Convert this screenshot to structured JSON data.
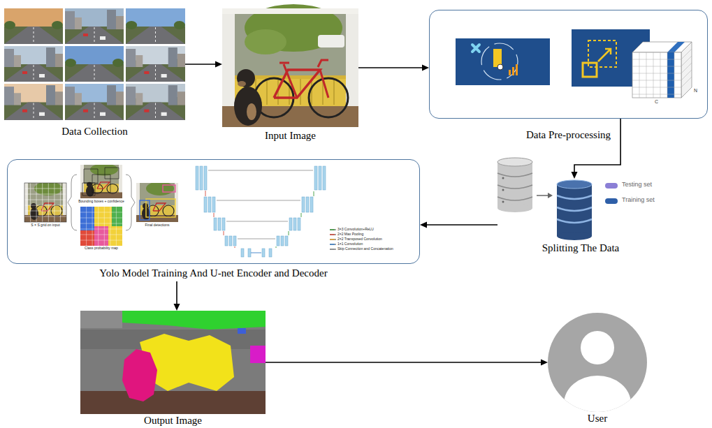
{
  "diagram": {
    "nodes": [
      {
        "text": [
          "Data Collection"
        ]
      },
      {
        "text": [
          "Input Image"
        ]
      },
      {
        "text": [
          "Data Pre-processing"
        ]
      },
      {
        "text": [
          "Yolo Model Training And U-net Encoder and Decoder"
        ]
      },
      {
        "text": [
          "Splitting The Data"
        ]
      },
      {
        "text": [
          "Output Image"
        ]
      },
      {
        "text": [
          "User"
        ]
      }
    ],
    "edges": [
      {
        "from": 0,
        "to": 1,
        "arrow": "to"
      },
      {
        "from": 1,
        "to": 2,
        "arrow": "to"
      },
      {
        "from": 2,
        "to": 4,
        "arrow": "to"
      },
      {
        "from": 4,
        "to": 3,
        "arrow": "to"
      },
      {
        "from": 3,
        "to": 5,
        "arrow": "to"
      },
      {
        "from": 5,
        "to": 6,
        "arrow": "to"
      }
    ],
    "labels": [
      "S × S grid on input",
      "Bounding boxes + confidence",
      "Class probability map",
      "Final detections",
      "C",
      "N",
      "Testing set",
      "Training set"
    ],
    "legend": [
      {
        "text": "3×3 Convolution+ReLU"
      },
      {
        "text": "2×2 Max Pooling"
      },
      {
        "text": "2×2 Transposed Convolution"
      },
      {
        "text": "1×1 Convolution"
      },
      {
        "text": "Skip Connection and Concatenation"
      }
    ]
  }
}
